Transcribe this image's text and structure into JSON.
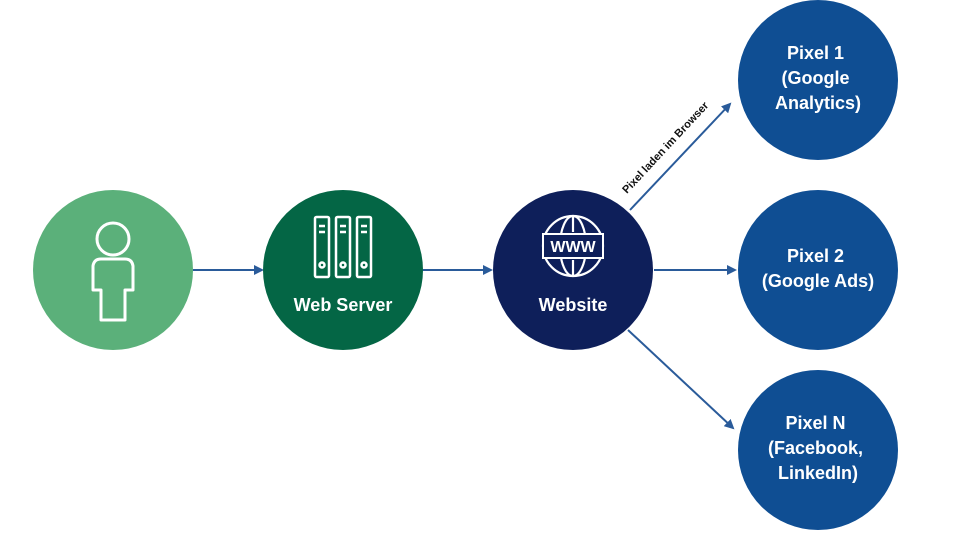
{
  "colors": {
    "user": "#5BB07A",
    "server": "#046645",
    "website": "#0E1F5A",
    "pixel": "#0F4E93",
    "arrow": "#2A5B9A",
    "icon": "#ffffff"
  },
  "nodes": {
    "user": {
      "icon": "person-icon"
    },
    "server": {
      "icon": "server-icon",
      "label": "Web Server"
    },
    "website": {
      "icon": "www-globe-icon",
      "label": "Website",
      "icon_text": "WWW"
    },
    "pixel1": {
      "lines": [
        "Pixel 1",
        "(Google",
        "Analytics)"
      ]
    },
    "pixel2": {
      "lines": [
        "Pixel 2",
        "(Google Ads)"
      ]
    },
    "pixelN": {
      "lines": [
        "Pixel N",
        "(Facebook,",
        "LinkedIn)"
      ]
    }
  },
  "edges": {
    "website_to_pixel1": {
      "label": "Pixel laden im Browser"
    }
  }
}
